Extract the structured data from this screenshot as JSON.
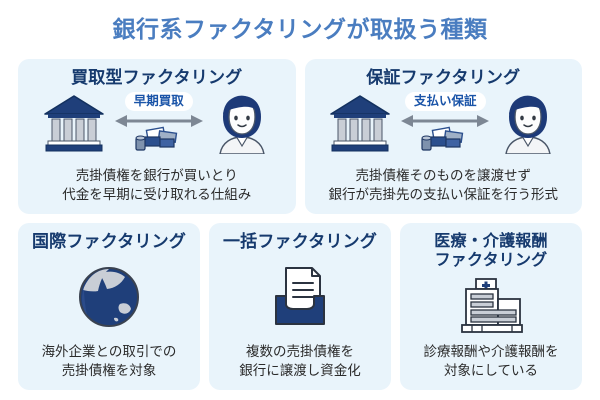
{
  "page": {
    "title": "銀行系ファクタリングが取扱う種類",
    "title_color": "#4a7dc0",
    "background": "#ffffff",
    "card_background": "#e9f4fb",
    "heading_color": "#163a6e",
    "accent_navy": "#1f3f7a",
    "pill_text_color": "#1a54a8",
    "arrow_color": "#7d8794"
  },
  "cards": [
    {
      "id": "purchase-factoring",
      "title": "買取型ファクタリング",
      "pill_label": "早期買取",
      "description": "売掛債権を銀行が買いとり\n代金を早期に受け取れる仕組み",
      "icons": [
        "bank-icon",
        "money-icon",
        "person-icon"
      ]
    },
    {
      "id": "guarantee-factoring",
      "title": "保証ファクタリング",
      "pill_label": "支払い保証",
      "description": "売掛債権そのものを譲渡せず\n銀行が売掛先の支払い保証を行う形式",
      "icons": [
        "bank-icon",
        "money-icon",
        "person-icon"
      ]
    },
    {
      "id": "international-factoring",
      "title": "国際ファクタリング",
      "description": "海外企業との取引での\n売掛債権を対象",
      "icons": [
        "globe-icon"
      ]
    },
    {
      "id": "bulk-factoring",
      "title": "一括ファクタリング",
      "description": "複数の売掛債権を\n銀行に譲渡し資金化",
      "icons": [
        "document-tray-icon"
      ]
    },
    {
      "id": "medical-care-factoring",
      "title": "医療・介護報酬\nファクタリング",
      "description": "診療報酬や介護報酬を\n対象にしている",
      "icons": [
        "hospital-icon"
      ]
    }
  ]
}
